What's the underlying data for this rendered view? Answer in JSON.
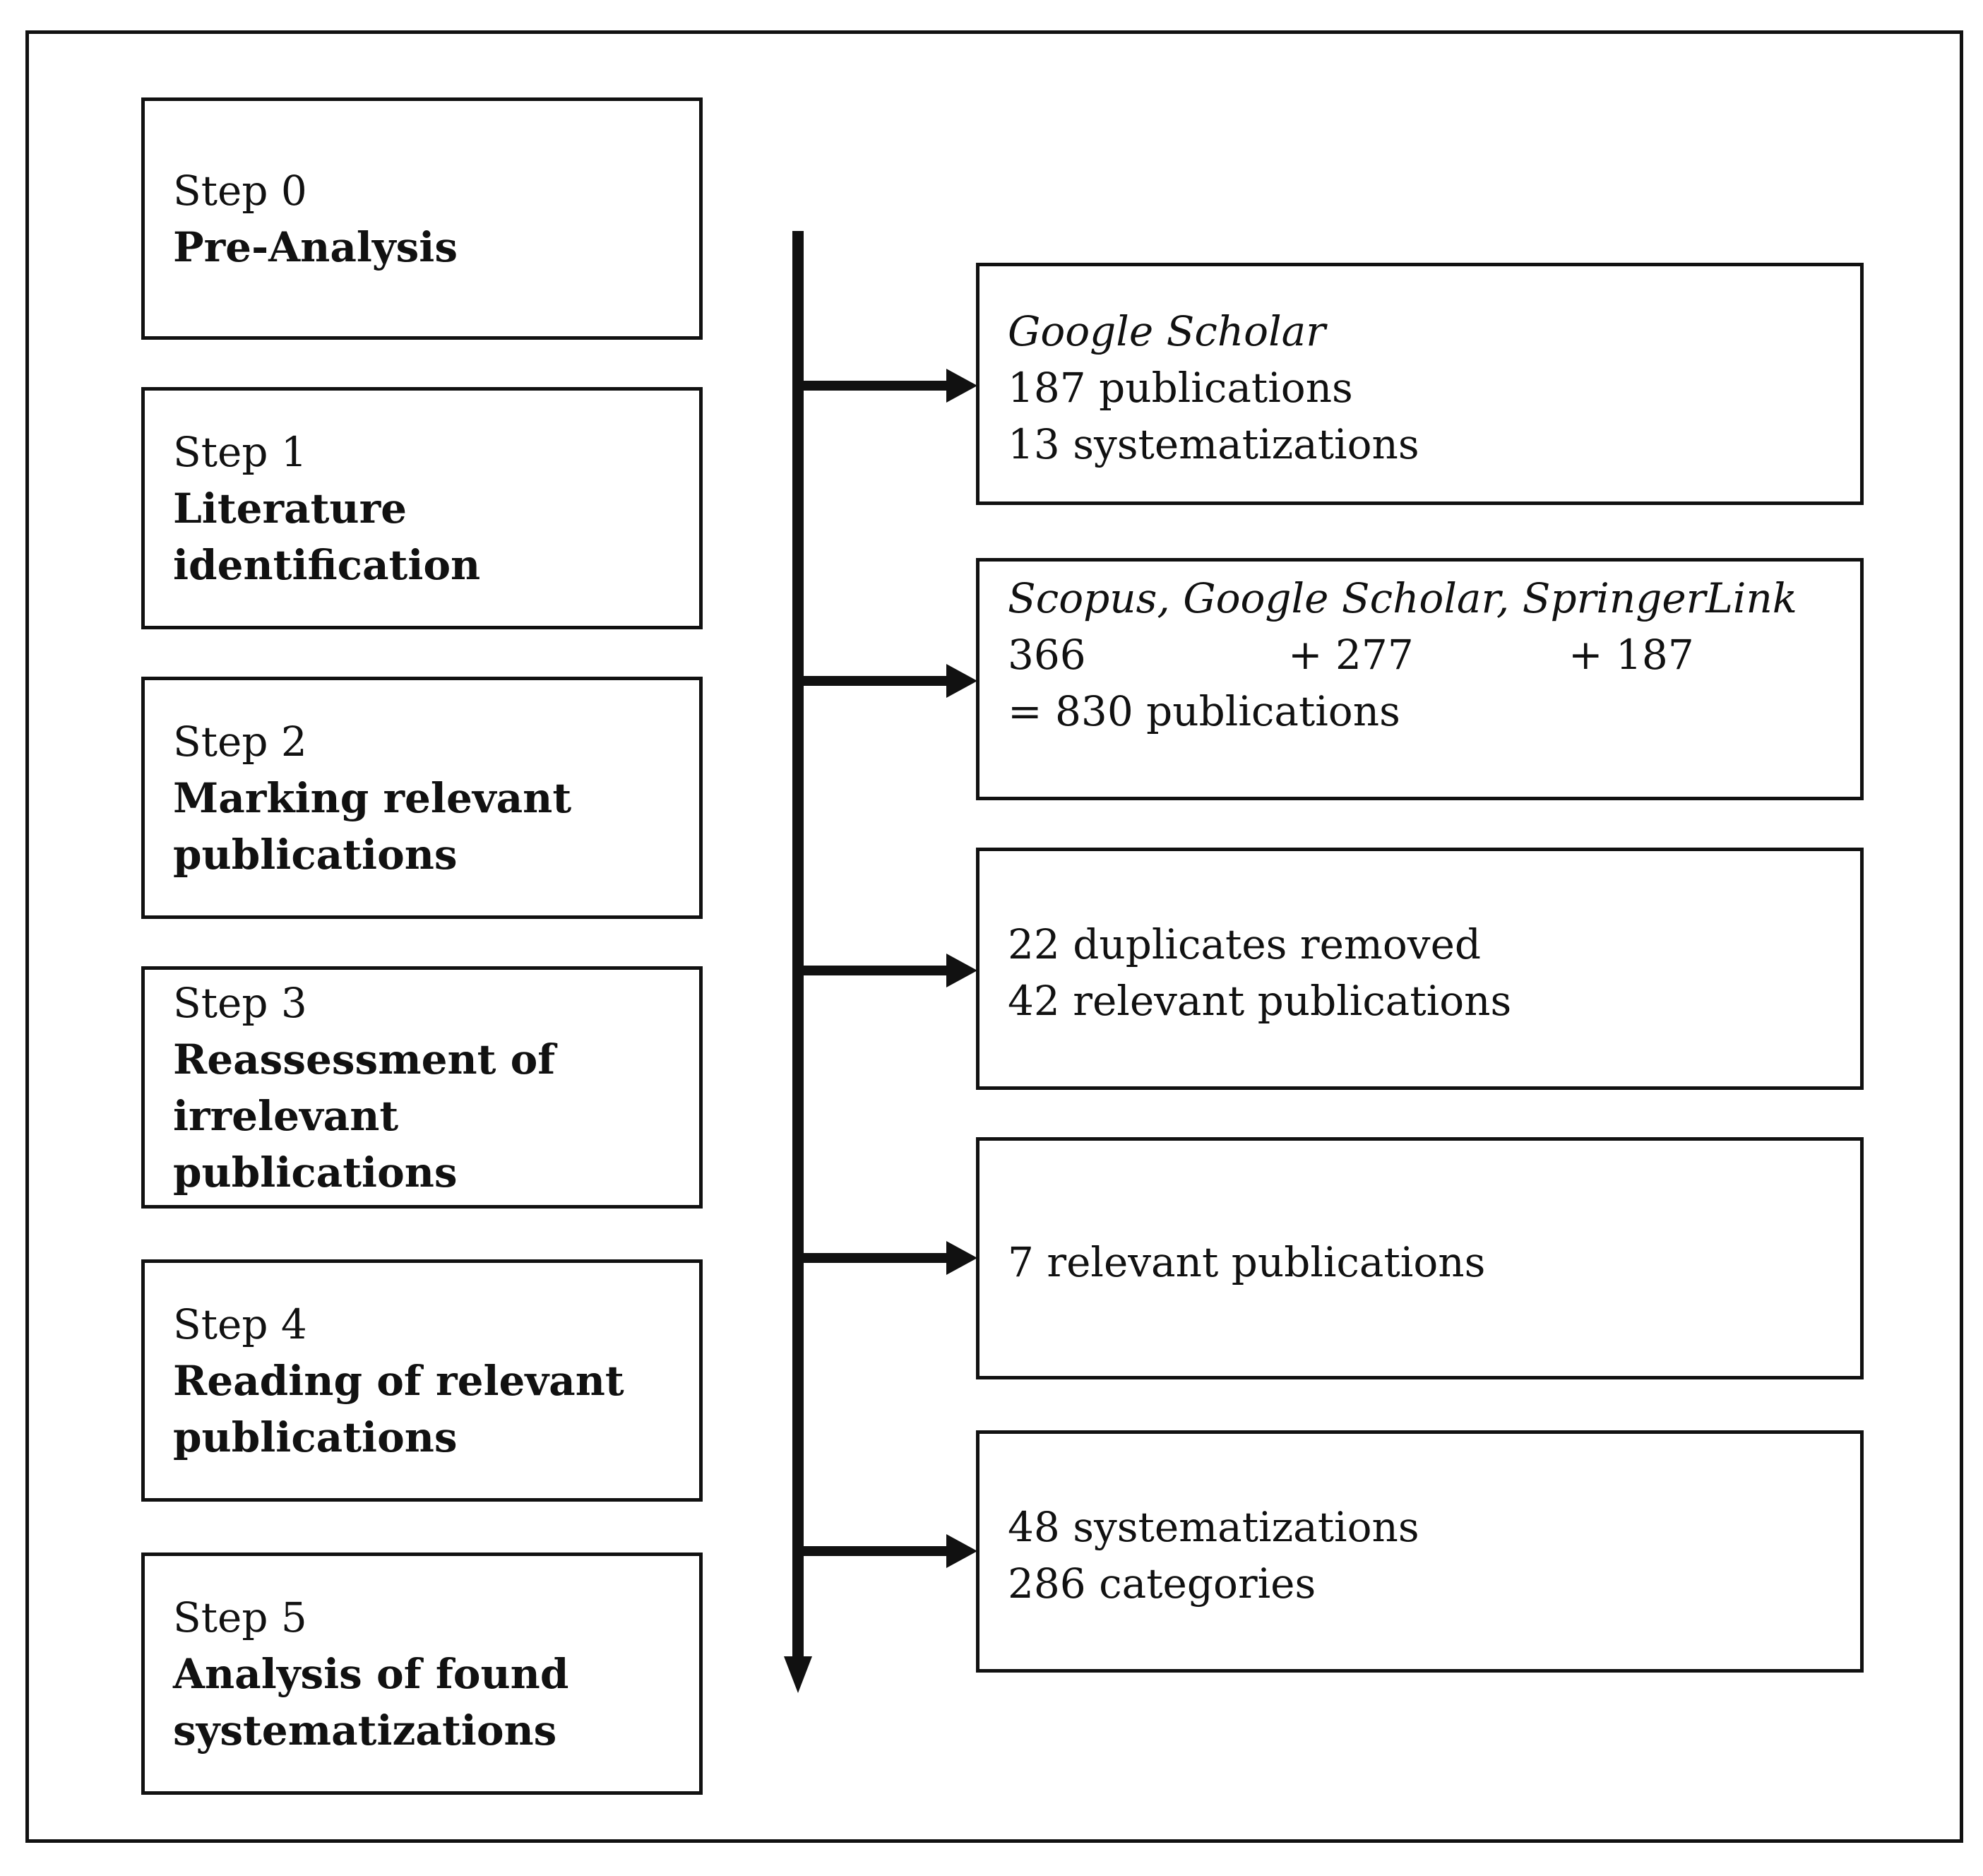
{
  "steps": [
    {
      "number": "Step 0",
      "title": "Pre-Analysis"
    },
    {
      "number": "Step 1",
      "title": "Literature\nidentification"
    },
    {
      "number": "Step 2",
      "title": "Marking relevant\npublications"
    },
    {
      "number": "Step 3",
      "title": "Reassessment of\nirrelevant  publications"
    },
    {
      "number": "Step 4",
      "title": "Reading of relevant\npublications"
    },
    {
      "number": "Step 5",
      "title": "Analysis  of found\nsystematizations"
    }
  ],
  "results": {
    "step0": {
      "source": "Google Scholar",
      "line1": "187 publications",
      "line2": "13 systematizations"
    },
    "step1": {
      "sources": "Scopus, Google Scholar, SpringerLink",
      "count_a": "366",
      "count_b": "+ 277",
      "count_c": "+ 187",
      "total": "= 830 publications"
    },
    "step2": {
      "line1": "22 duplicates removed",
      "line2": "42 relevant publications"
    },
    "step3": {
      "line1": "7 relevant publications"
    },
    "step4": {
      "line1": "48 systematizations",
      "line2": "286 categories"
    }
  }
}
